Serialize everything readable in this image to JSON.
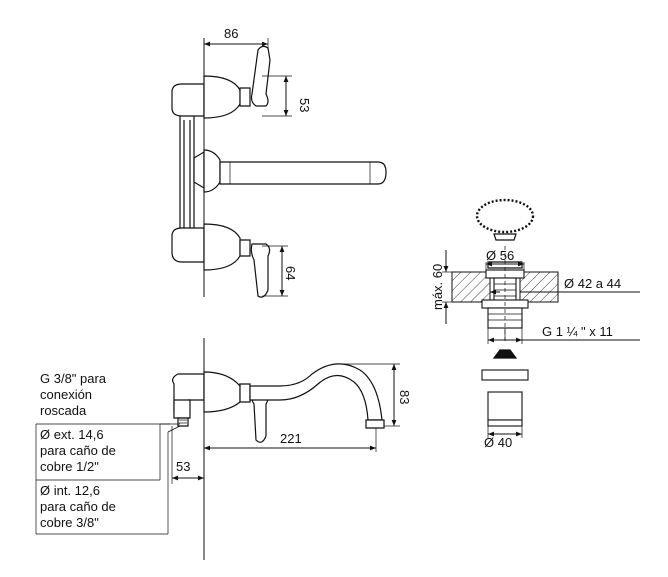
{
  "dimensions": {
    "top_width": "86",
    "top_handle_height": "53",
    "bottom_handle_height": "64",
    "spout_height": "83",
    "spout_length": "221",
    "wall_offset": "53",
    "drain_max_thickness": "máx. 60",
    "drain_flange_dia": "Ø 56",
    "drain_hole_range": "Ø 42 a 44",
    "drain_thread": "G 1 ¼ \" x 11",
    "drain_base_dia": "Ø 40"
  },
  "callouts": {
    "connection": [
      "G 3/8\" para",
      "conexión",
      "roscada"
    ],
    "outer": [
      "Ø ext. 14,6",
      "para caño de",
      "cobre 1/2\""
    ],
    "inner": [
      "Ø int. 12,6",
      "para caño de",
      "cobre 3/8\""
    ]
  }
}
